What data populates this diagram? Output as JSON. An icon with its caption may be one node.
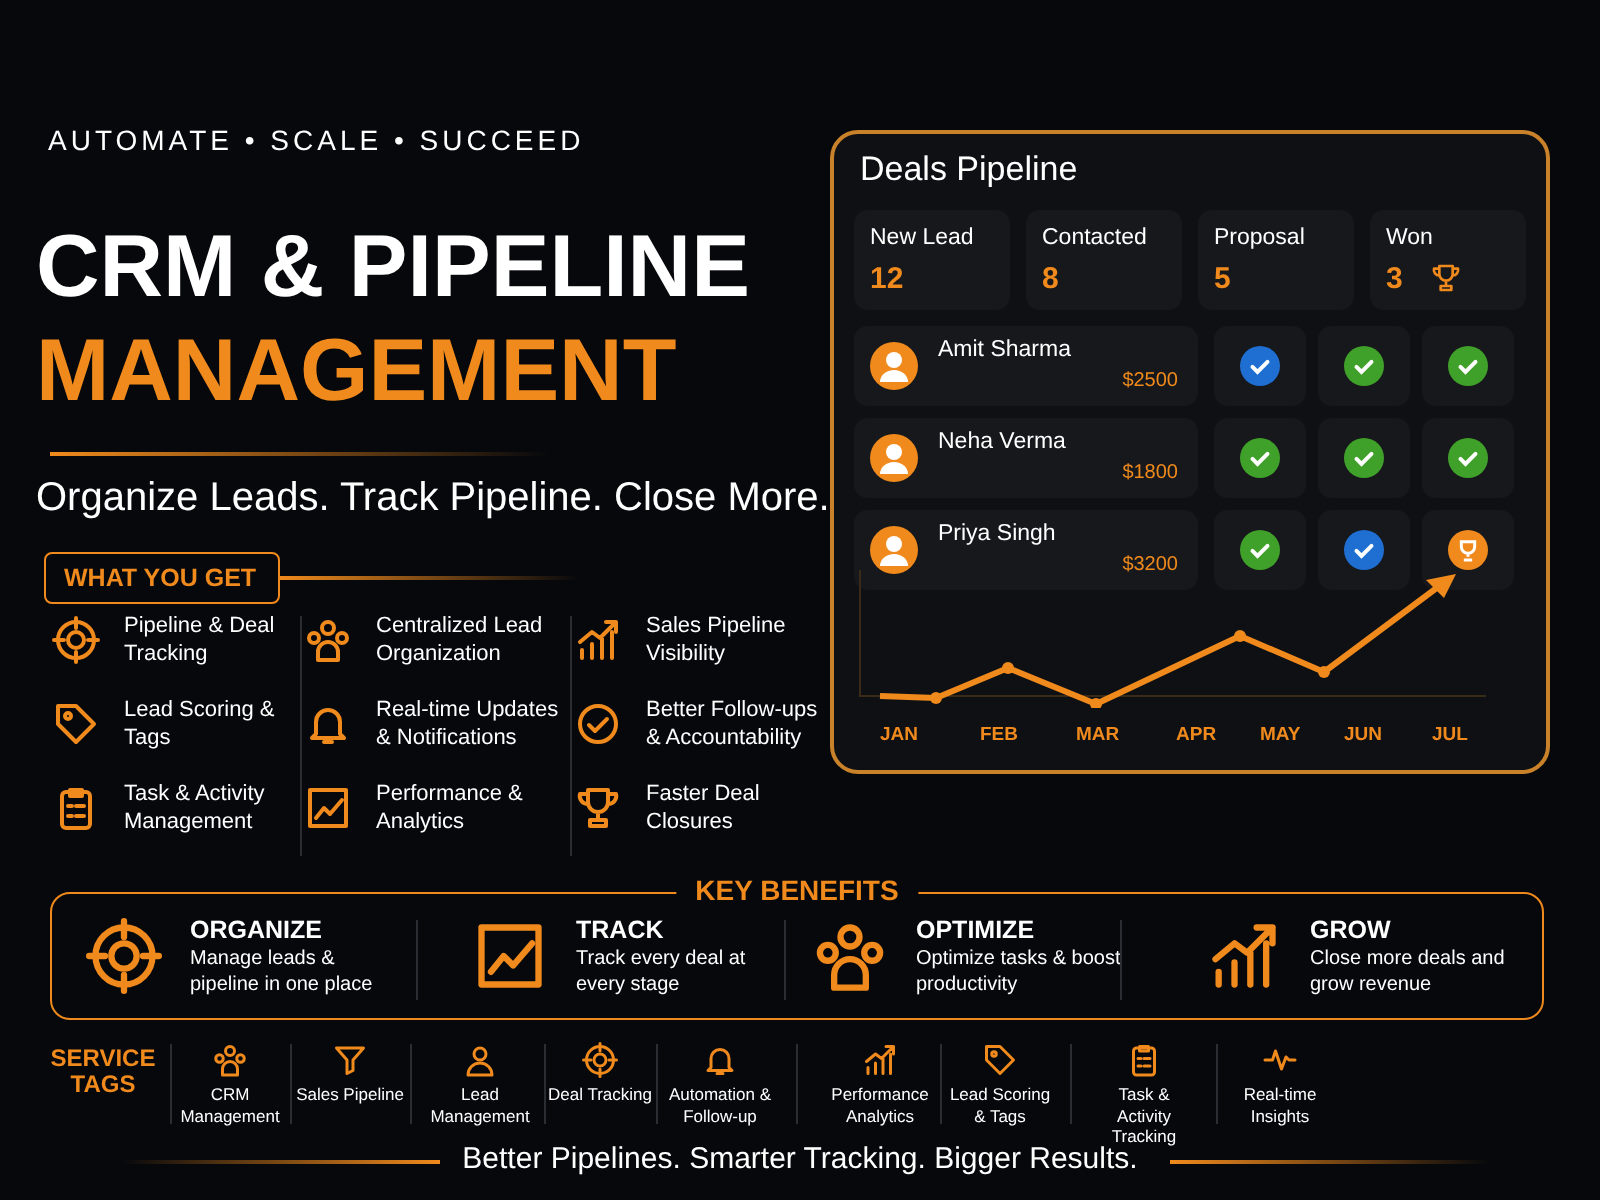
{
  "diagram": {
    "title": "CRM & PIPELINE MANAGEMENT",
    "nodes": [
      {
        "text": [
          "Deals Pipeline"
        ]
      },
      {
        "text": [
          "New Lead",
          "12"
        ],
        "in": 0
      },
      {
        "text": [
          "Contacted",
          "8"
        ],
        "in": 0
      },
      {
        "text": [
          "Proposal",
          "5"
        ],
        "in": 0
      },
      {
        "text": [
          "Won",
          "3"
        ],
        "in": 0
      },
      {
        "text": [
          "Amit Sharma",
          "$2500"
        ],
        "in": 0
      },
      {
        "text": [],
        "shape": "box",
        "in": 0
      },
      {
        "text": [],
        "shape": "box",
        "in": 0
      },
      {
        "text": [],
        "shape": "box",
        "in": 0
      },
      {
        "text": [
          "Neha Verma",
          "$1800"
        ],
        "in": 0
      },
      {
        "text": [],
        "shape": "box",
        "in": 0
      },
      {
        "text": [],
        "shape": "box",
        "in": 0
      },
      {
        "text": [],
        "shape": "box",
        "in": 0
      },
      {
        "text": [
          "Priya Singh",
          "$3200"
        ],
        "in": 0
      },
      {
        "text": [],
        "shape": "box",
        "in": 0
      },
      {
        "text": [],
        "shape": "box",
        "in": 0
      },
      {
        "text": [],
        "shape": "box",
        "in": 0
      },
      {
        "text": [
          "WHAT YOU GET"
        ]
      },
      {
        "text": [
          "KEY BENEFITS"
        ]
      }
    ],
    "edges": [],
    "labels": [
      "AUTOMATE • SCALE • SUCCEED",
      "Organize Leads. Track Pipeline. Close More.",
      "Pipeline & Deal Tracking",
      "Centralized Lead Organization",
      "Sales Pipeline Visibility",
      "Lead Scoring & Tags",
      "Real-time Updates & Notifications",
      "Better Follow-ups & Accountability",
      "Task & Activity Management",
      "Performance & Analytics",
      "Faster Deal Closures",
      "JAN",
      "FEB",
      "MAR",
      "APR",
      "MAY",
      "JUN",
      "JUL",
      "ORGANIZE",
      "Manage leads & pipeline in one place",
      "TRACK",
      "Track every deal at every stage",
      "OPTIMIZE",
      "Optimize tasks & boost productivity",
      "GROW",
      "Close more deals and grow revenue",
      "SERVICE TAGS",
      "CRM Management",
      "Sales Pipeline",
      "Lead Management",
      "Deal Tracking",
      "Automation & Follow-up",
      "Performance Analytics",
      "Lead Scoring & Tags",
      "Task & Activity Tracking",
      "Real-time Insights",
      "Better Pipelines. Smarter Tracking. Bigger Results."
    ]
  }
}
